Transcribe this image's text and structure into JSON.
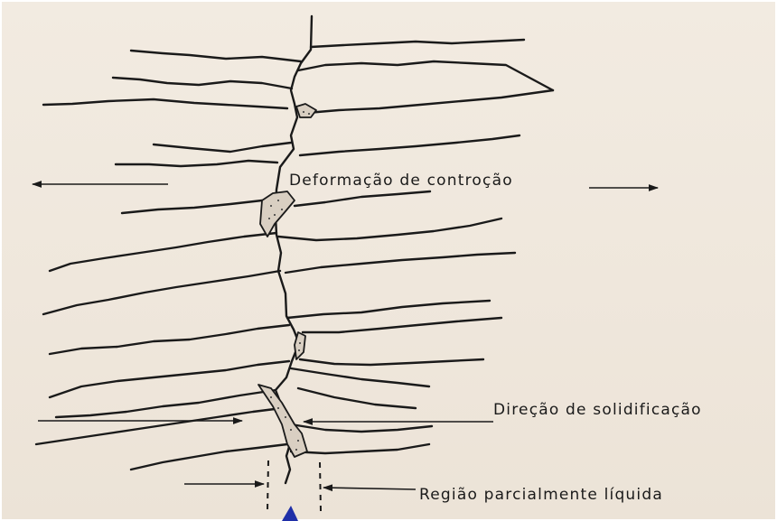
{
  "labels": {
    "contraction": "Deformação de controção",
    "solidification": "Direção de solidificação",
    "partial_liquid": "Região parcialmente líquida"
  },
  "colors": {
    "paper": "#efe7dc",
    "ink": "#1a1a1a",
    "accent_blue": "#1f2fa8"
  }
}
